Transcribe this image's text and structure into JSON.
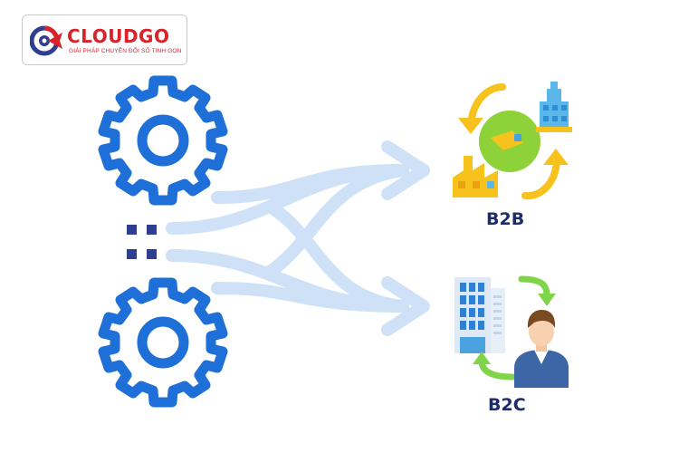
{
  "brand": {
    "name": "CLOUDGO",
    "tagline": "GIẢI PHÁP CHUYỂN ĐỔI SỐ TINH GỌN",
    "colors": {
      "primary": "#d8232a",
      "secondary": "#2f3e8f"
    }
  },
  "diagram": {
    "targets": [
      {
        "label": "B2B",
        "icon": "b2b-illustration-icon"
      },
      {
        "label": "B2C",
        "icon": "b2c-illustration-icon"
      }
    ],
    "colors": {
      "gear": "#1f6fd8",
      "flow": "#cfe1f7",
      "text": "#1d2d6b"
    }
  }
}
